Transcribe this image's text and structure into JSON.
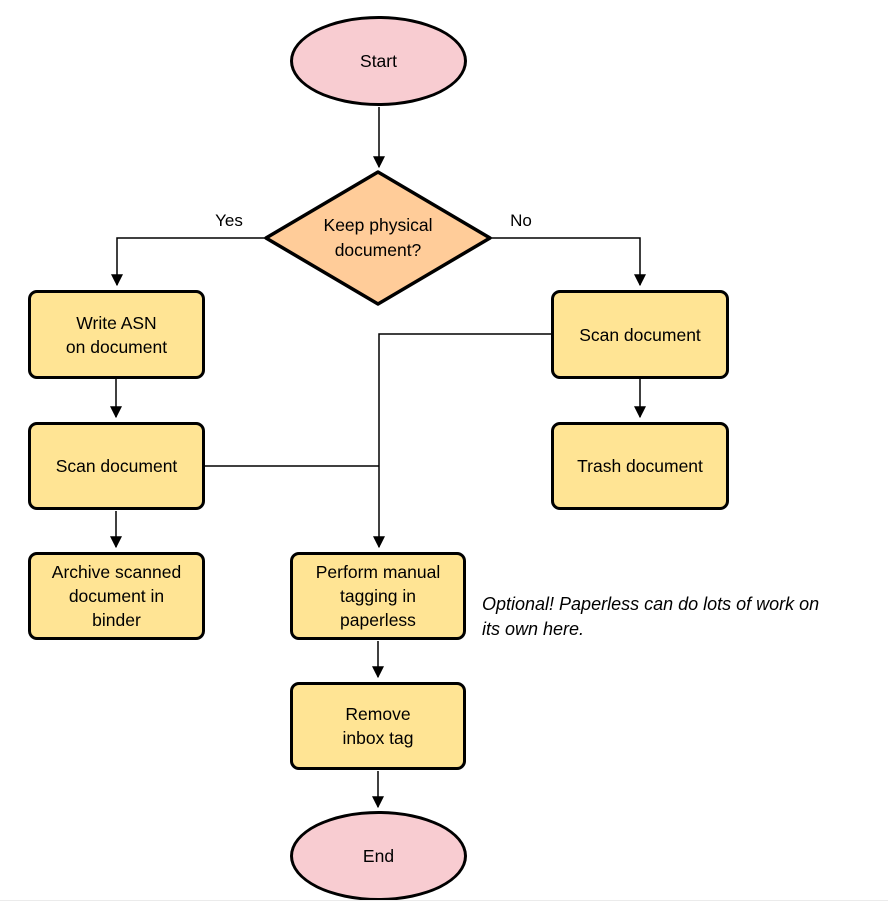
{
  "diagram": {
    "type": "flowchart",
    "colors": {
      "terminal_fill": "#f8ccd1",
      "process_fill": "#ffe494",
      "decision_fill": "#ffcc99",
      "stroke": "#000000",
      "text": "#000000",
      "bottom_divider": "#ebebeb"
    },
    "nodes": {
      "start": {
        "label": "Start",
        "shape": "terminal"
      },
      "decision": {
        "label": "Keep physical\ndocument?",
        "shape": "decision"
      },
      "write_asn": {
        "label": "Write ASN\non document",
        "shape": "process"
      },
      "scan_left": {
        "label": "Scan document",
        "shape": "process"
      },
      "archive": {
        "label": "Archive scanned\ndocument in\nbinder",
        "shape": "process"
      },
      "scan_right": {
        "label": "Scan document",
        "shape": "process"
      },
      "trash": {
        "label": "Trash document",
        "shape": "process"
      },
      "tagging": {
        "label": "Perform manual\ntagging in\npaperless",
        "shape": "process"
      },
      "remove_inbox": {
        "label": "Remove\ninbox tag",
        "shape": "process"
      },
      "end": {
        "label": "End",
        "shape": "terminal"
      }
    },
    "edge_labels": {
      "yes": "Yes",
      "no": "No"
    },
    "edges": [
      {
        "from": "start",
        "to": "decision",
        "label": ""
      },
      {
        "from": "decision",
        "to": "write_asn",
        "label": "Yes"
      },
      {
        "from": "decision",
        "to": "scan_right",
        "label": "No"
      },
      {
        "from": "write_asn",
        "to": "scan_left",
        "label": ""
      },
      {
        "from": "scan_left",
        "to": "archive",
        "label": ""
      },
      {
        "from": "scan_left",
        "to": "tagging",
        "label": ""
      },
      {
        "from": "scan_right",
        "to": "trash",
        "label": ""
      },
      {
        "from": "scan_right",
        "to": "tagging",
        "label": ""
      },
      {
        "from": "tagging",
        "to": "remove_inbox",
        "label": ""
      },
      {
        "from": "remove_inbox",
        "to": "end",
        "label": ""
      }
    ],
    "annotation": "Optional! Paperless can do lots of work on\nits own here."
  }
}
